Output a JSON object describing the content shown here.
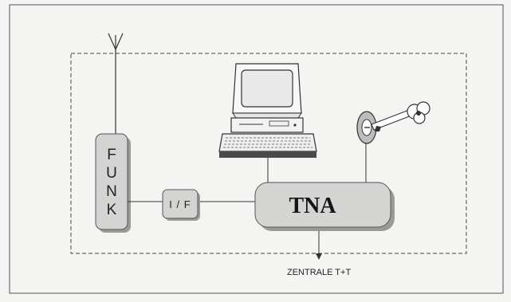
{
  "diagram": {
    "funk_label": [
      "F",
      "U",
      "N",
      "K"
    ],
    "interface_label": "I / F",
    "tna_label": "TNA",
    "zentrale_label": "ZENTRALE T+T"
  },
  "icons": [
    "antenna-icon",
    "computer-terminal-icon",
    "key-switch-icon",
    "arrow-down-icon"
  ],
  "colors": {
    "box_fill": "#d4d4d2",
    "box_shadow": "#9a9a98",
    "line": "#333333",
    "background": "#f4f4f2"
  }
}
